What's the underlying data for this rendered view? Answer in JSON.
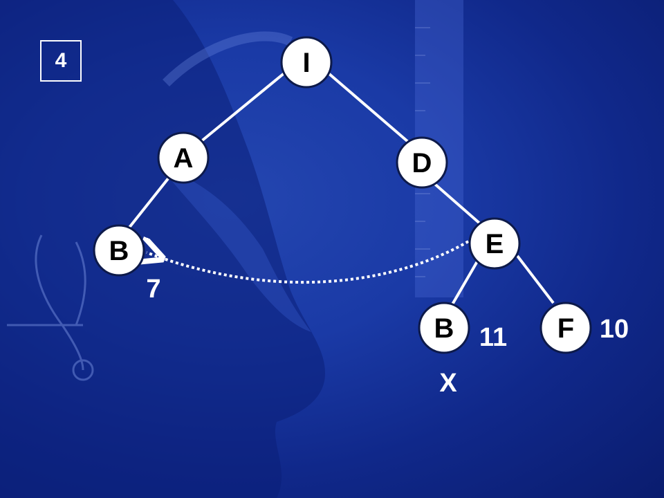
{
  "page_number": "4",
  "nodes": {
    "root": "I",
    "a": "A",
    "d": "D",
    "b_left": "B",
    "e": "E",
    "b_right": "B",
    "f": "F"
  },
  "annotations": {
    "b_left_value": "7",
    "b_right_value": "11",
    "f_value": "10",
    "pruned_mark": "X"
  },
  "colors": {
    "background": "#1a3aa6",
    "node_fill": "#ffffff",
    "edge": "#ffffff",
    "text_on_bg": "#ffffff"
  }
}
